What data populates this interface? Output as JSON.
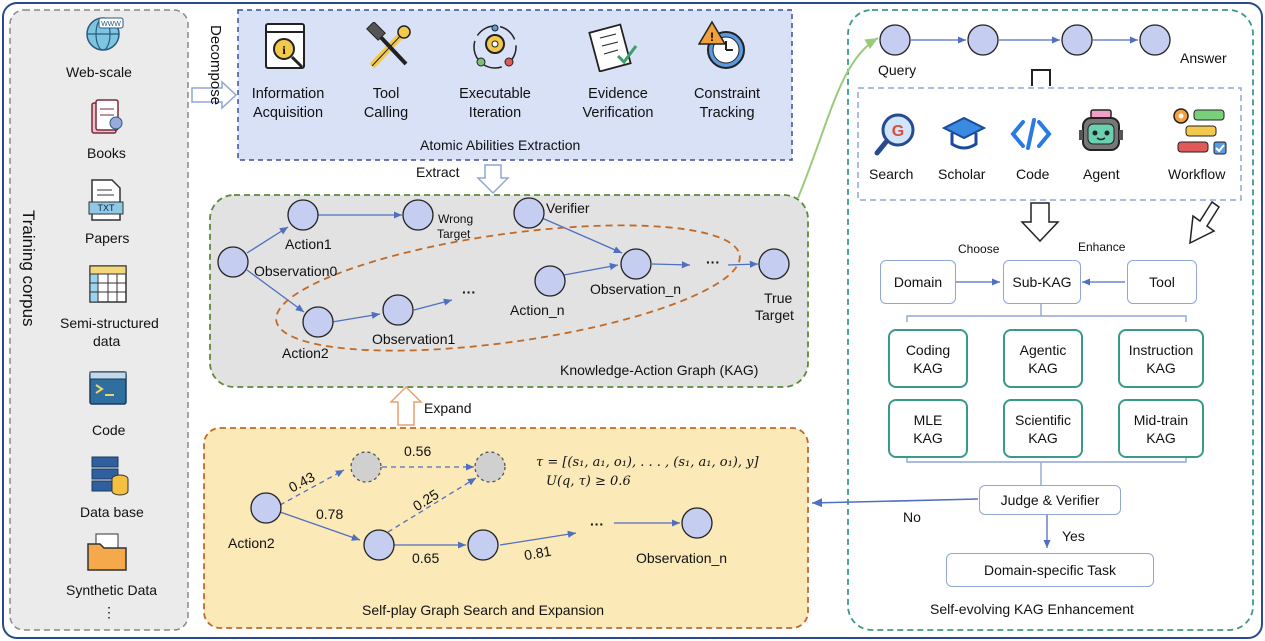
{
  "left_panel": {
    "title": "Training corpus",
    "items": [
      {
        "label": "Web-scale",
        "icon": "globe-icon"
      },
      {
        "label": "Books",
        "icon": "books-icon"
      },
      {
        "label": "Papers",
        "icon": "txt-file-icon"
      },
      {
        "label": "Semi-structured",
        "label2": "data",
        "icon": "spreadsheet-icon"
      },
      {
        "label": "Code",
        "icon": "terminal-icon"
      },
      {
        "label": "Data base",
        "icon": "database-icon"
      },
      {
        "label": "Synthetic Data",
        "icon": "folder-icon"
      }
    ],
    "more": "⋮"
  },
  "decompose_label": "Decompose",
  "atomic": {
    "title": "Atomic Abilities Extraction",
    "abilities": [
      {
        "line1": "Information",
        "line2": "Acquisition",
        "icon": "info-search-icon"
      },
      {
        "line1": "Tool",
        "line2": "Calling",
        "icon": "tools-icon"
      },
      {
        "line1": "Executable",
        "line2": "Iteration",
        "icon": "gear-cycle-icon"
      },
      {
        "line1": "Evidence",
        "line2": "Verification",
        "icon": "checklist-icon"
      },
      {
        "line1": "Constraint",
        "line2": "Tracking",
        "icon": "warning-clock-icon"
      }
    ]
  },
  "extract_label": "Extract",
  "kag": {
    "title": "Knowledge-Action Graph (KAG)",
    "nodes": {
      "observation0": "Observation0",
      "action1": "Action1",
      "wrong_target_1": "Wrong",
      "wrong_target_2": "Target",
      "verifier": "Verifier",
      "action2": "Action2",
      "observation1": "Observation1",
      "action_n": "Action_n",
      "observation_n": "Observation_n",
      "true_target_1": "True",
      "true_target_2": "Target",
      "dots": "···"
    }
  },
  "expand_label": "Expand",
  "selfplay": {
    "title": "Self-play Graph Search and Expansion",
    "formula_line1": "τ = [(s₁, a₁, o₁), . . . , (s₁, a₁, o₁), y]",
    "formula_line2": "U(q, τ) ≥ 0.6",
    "start_label": "Action2",
    "end_label": "Observation_n",
    "edge_labels": [
      "0.43",
      "0.56",
      "0.78",
      "0.25",
      "0.65",
      "0.81"
    ],
    "dots": "···"
  },
  "right_panel": {
    "title": "Self-evolving KAG Enhancement",
    "query_label": "Query",
    "answer_label": "Answer",
    "tools": [
      {
        "label": "Search",
        "icon": "search-icon"
      },
      {
        "label": "Scholar",
        "icon": "scholar-cap-icon"
      },
      {
        "label": "Code",
        "icon": "code-brackets-icon"
      },
      {
        "label": "Agent",
        "icon": "robot-icon"
      },
      {
        "label": "Workflow",
        "icon": "workflow-icon"
      }
    ],
    "choose_label": "Choose",
    "enhance_label": "Enhance",
    "domain_label": "Domain",
    "subkag_label": "Sub-KAG",
    "tool_label": "Tool",
    "kag_boxes": [
      {
        "line1": "Coding",
        "line2": "KAG"
      },
      {
        "line1": "Agentic",
        "line2": "KAG"
      },
      {
        "line1": "Instruction",
        "line2": "KAG"
      },
      {
        "line1": "MLE",
        "line2": "KAG"
      },
      {
        "line1": "Scientific",
        "line2": "KAG"
      },
      {
        "line1": "Mid-train",
        "line2": "KAG"
      }
    ],
    "judge_label": "Judge & Verifier",
    "no_label": "No",
    "yes_label": "Yes",
    "task_label": "Domain-specific Task"
  },
  "colors": {
    "node_fill": "#c5cdf0",
    "node_stroke": "#222222",
    "arrow_blue": "#4f6fc0",
    "dashed_orange": "#c06a28",
    "atomic_bg": "#d9e1f7",
    "kag_bg": "#e2e2e2",
    "selfplay_bg": "#fbe9b7",
    "teal": "#3a9a8a"
  }
}
